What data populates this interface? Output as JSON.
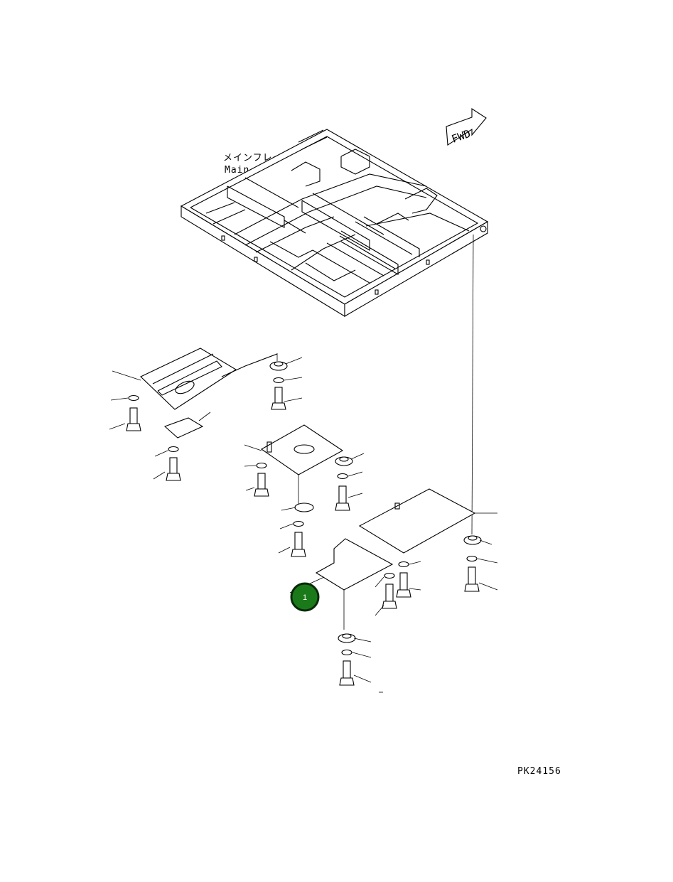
{
  "diagram": {
    "fwd_label": "FWD",
    "main_frame_jp": "メインフレーム",
    "main_frame_en": "Main Frame",
    "callout_number": "1",
    "drawing_code": "PK24156",
    "callout_color": "#1a7a1a",
    "callout_border": "#0a2a0a"
  }
}
